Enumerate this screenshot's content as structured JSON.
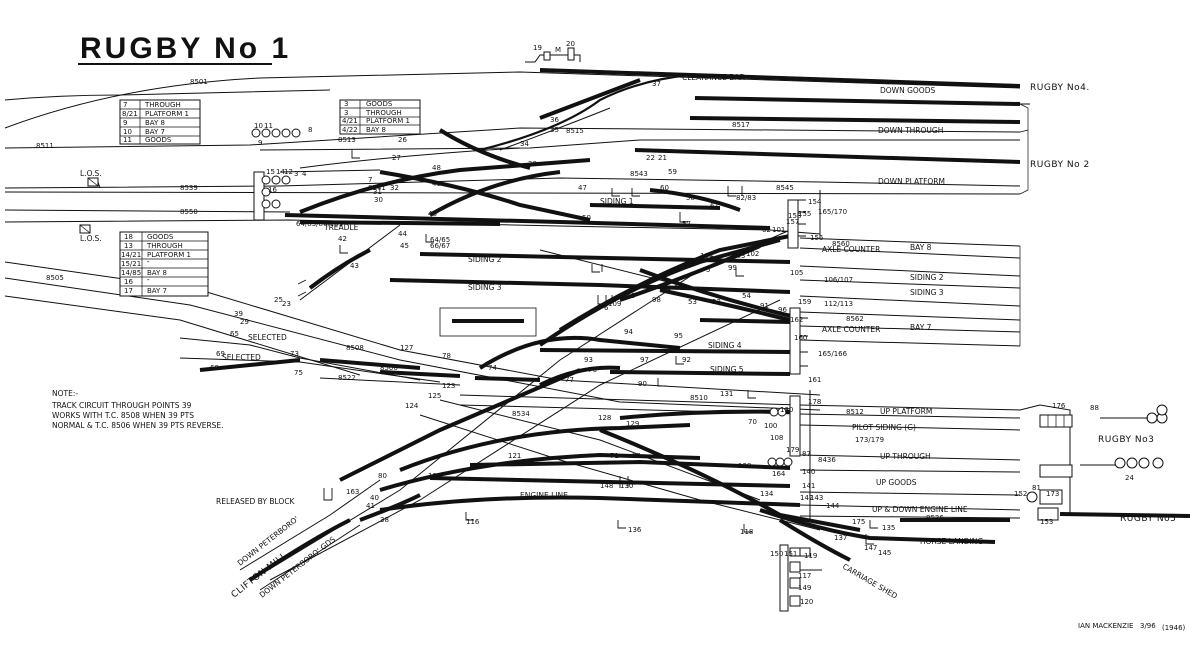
{
  "title": "RUGBY No 1",
  "box_labels": {
    "rugby4": "RUGBY No4.",
    "rugby2": "RUGBY No 2",
    "rugby3": "RUGBY No3",
    "rugby5": "RUGBY No5"
  },
  "line_labels": {
    "down_goods": "DOWN GOODS",
    "down_through": "DOWN THROUGH",
    "down_platform": "DOWN PLATFORM",
    "bay8": "BAY 8",
    "siding2_right": "SIDING 2",
    "siding3_right": "SIDING 3",
    "bay7": "BAY 7",
    "siding1": "SIDING 1",
    "siding2": "SIDING 2",
    "siding3": "SIDING 3",
    "siding4": "SIDING 4",
    "siding5": "SIDING 5",
    "up_platform": "UP PLATFORM",
    "pilot_siding": "PILOT SIDING (G)",
    "up_through": "UP THROUGH",
    "up_goods": "UP GOODS",
    "up_down_engine": "UP & DOWN ENGINE LINE",
    "engine_line": "ENGINE LINE",
    "horse_landing": "HORSE LANDING",
    "carriage_shed": "CARRIAGE SHED",
    "clearance_bar": "CLEARANCE BAR",
    "axle_counter_1": "AXLE COUNTER",
    "axle_counter_2": "AXLE COUNTER",
    "selected_1": "SELECTED",
    "selected_2": "SELECTED",
    "released_by_block": "RELEASED BY BLOCK",
    "clifton_mill": "CLIFTON MILL",
    "down_peterboro": "DOWN PETERBORO'",
    "down_peterboro_gds": "DOWN PETERBORO' GDS",
    "los1": "L.O.S.",
    "los2": "L.O.S.",
    "treadle": "TREADLE"
  },
  "legend_boxes": [
    {
      "rows": [
        [
          "7",
          "THROUGH"
        ],
        [
          "8/21",
          "PLATFORM 1"
        ],
        [
          "9",
          "BAY 8"
        ],
        [
          "10",
          "BAY 7"
        ],
        [
          "11",
          "GOODS"
        ]
      ]
    },
    {
      "rows": [
        [
          "3",
          "GOODS"
        ],
        [
          "3",
          "THROUGH"
        ],
        [
          "4/21",
          "PLATFORM 1"
        ],
        [
          "4/22",
          "BAY 8"
        ]
      ]
    },
    {
      "rows": [
        [
          "18",
          "GOODS"
        ],
        [
          "13",
          "THROUGH"
        ],
        [
          "14/21",
          "PLATFORM 1"
        ],
        [
          "15/21",
          "″"
        ],
        [
          "14/85",
          "BAY 8"
        ],
        [
          "16",
          "″"
        ],
        [
          "17",
          "BAY 7"
        ]
      ]
    }
  ],
  "note": {
    "line1": "NOTE:-",
    "line2": "TRACK CIRCUIT THROUGH POINTS 39",
    "line3": "WORKS WITH T.C. 8508 WHEN 39 PTS",
    "line4": "NORMAL & T.C. 8506 WHEN 39 PTS REVERSE."
  },
  "credit": {
    "author": "IAN MACKENZIE",
    "date": "3/96",
    "year": "(1946)"
  },
  "track_circuits": [
    "8501",
    "8511",
    "8513",
    "8515",
    "8517",
    "8541",
    "8543",
    "8545",
    "8539",
    "8550",
    "8560",
    "8562",
    "8505",
    "8508",
    "8522",
    "8506",
    "8510",
    "8512",
    "8534",
    "8436",
    "8526"
  ],
  "lever_numbers": [
    "19",
    "M",
    "20",
    "37",
    "36",
    "35",
    "34",
    "28",
    "26",
    "27",
    "22",
    "21",
    "59",
    "33",
    "32",
    "30",
    "31",
    "48",
    "49",
    "47",
    "50",
    "46",
    "44",
    "45",
    "43",
    "42",
    "60",
    "58",
    "61",
    "82/83",
    "57",
    "62",
    "101",
    "102",
    "103",
    "104",
    "105",
    "106/107",
    "112/113",
    "110",
    "109",
    "99",
    "98",
    "53",
    "52",
    "54",
    "91",
    "96",
    "94",
    "95",
    "97",
    "90",
    "92",
    "93",
    "76",
    "77",
    "74",
    "78",
    "73",
    "75",
    "68",
    "65",
    "69",
    "124",
    "125",
    "123",
    "127",
    "128",
    "129",
    "130",
    "131",
    "70",
    "71",
    "72",
    "121",
    "122",
    "116",
    "130",
    "148",
    "136",
    "134",
    "138",
    "140",
    "141",
    "142",
    "143",
    "144",
    "145",
    "147",
    "135",
    "137",
    "118",
    "119",
    "117",
    "149",
    "120",
    "150",
    "151",
    "152",
    "153",
    "154",
    "155",
    "156",
    "157",
    "158",
    "159",
    "160",
    "161",
    "162",
    "163",
    "164",
    "173",
    "175",
    "176",
    "178",
    "179",
    "88",
    "87",
    "81",
    "80",
    "38",
    "40",
    "41",
    "39",
    "25",
    "23",
    "29",
    "64/65",
    "66/67",
    "64/85/86/133",
    "165/170",
    "165/166",
    "173/179",
    "100",
    "108",
    "24",
    "5",
    "6",
    "7",
    "8",
    "9",
    "10",
    "11",
    "12",
    "14",
    "15",
    "16",
    "3",
    "4"
  ]
}
